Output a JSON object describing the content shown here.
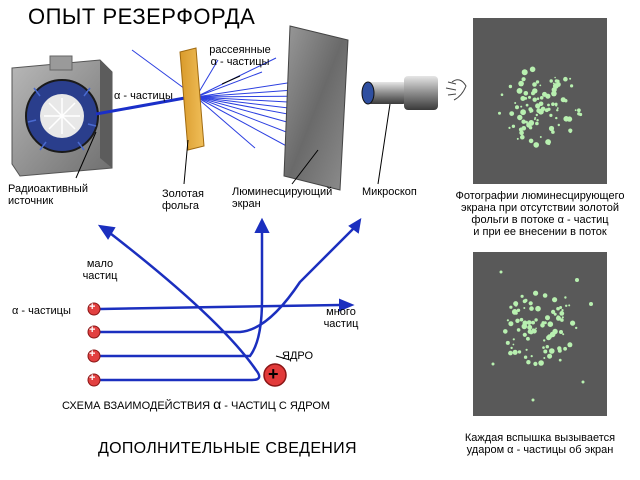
{
  "title": "ОПЫТ РЕЗЕРФОРДА",
  "apparatus": {
    "scattered_1": "рассеянные",
    "scattered_2": "α - частицы",
    "alpha_particles": "α - частицы",
    "source_1": "Радиоактивный",
    "source_2": "источник",
    "foil_1": "Золотая",
    "foil_2": "фольга",
    "screen_1": "Люминесцирующий",
    "screen_2": "экран",
    "microscope": "Микроскоп"
  },
  "photos": {
    "caption_top_1": "Фотографии люминесцирующего",
    "caption_top_2": "экрана при отсутствии золотой",
    "caption_top_3": "фольги в потоке α - частиц",
    "caption_top_4": "и при ее внесении в поток",
    "caption_bottom_1": "Каждая вспышка вызывается",
    "caption_bottom_2": "ударом α - частицы об экран"
  },
  "schema": {
    "few_1": "мало",
    "few_2": "частиц",
    "many_1": "много",
    "many_2": "частиц",
    "alpha_label": "α - частицы",
    "nucleus": "ЯДРО",
    "caption_part1": "СХЕМА ВЗАИМОДЕЙСТВИЯ",
    "caption_alpha": "α",
    "caption_part2": "- ЧАСТИЦ С ЯДРОМ",
    "plus": "+"
  },
  "footer": "ДОПОЛНИТЕЛЬНЫЕ СВЕДЕНИЯ"
}
